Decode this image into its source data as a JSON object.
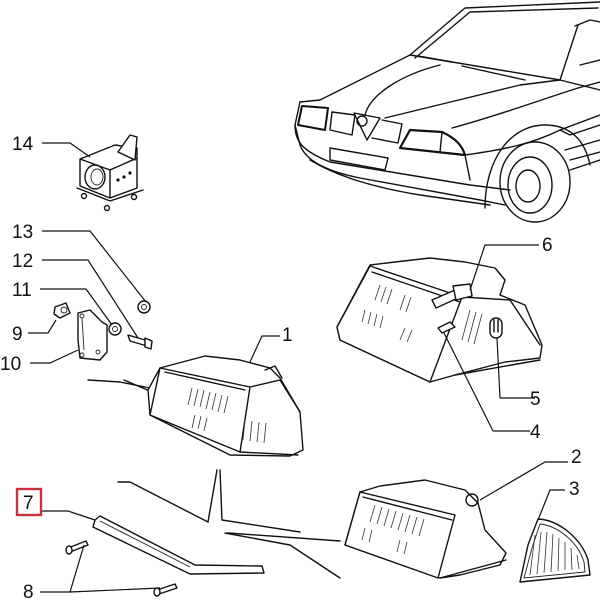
{
  "diagram": {
    "title": "Front headlamp assembly exploded parts view",
    "highlight_color": "#c8323c",
    "highlighted_callout": "7",
    "callouts": [
      {
        "id": "1",
        "part": "headlamp-assembly-left"
      },
      {
        "id": "2",
        "part": "headlamp-assembly-right"
      },
      {
        "id": "3",
        "part": "side-indicator-lens"
      },
      {
        "id": "4",
        "part": "parking-lamp-bulb"
      },
      {
        "id": "5",
        "part": "indicator-bulb"
      },
      {
        "id": "6",
        "part": "headlamp-bulb"
      },
      {
        "id": "7",
        "part": "headlamp-trim-strip"
      },
      {
        "id": "8",
        "part": "screw"
      },
      {
        "id": "9",
        "part": "clip-nut"
      },
      {
        "id": "10",
        "part": "mounting-bracket"
      },
      {
        "id": "11",
        "part": "washer"
      },
      {
        "id": "12",
        "part": "bolt"
      },
      {
        "id": "13",
        "part": "nut"
      },
      {
        "id": "14",
        "part": "headlamp-adjuster-motor"
      }
    ]
  }
}
